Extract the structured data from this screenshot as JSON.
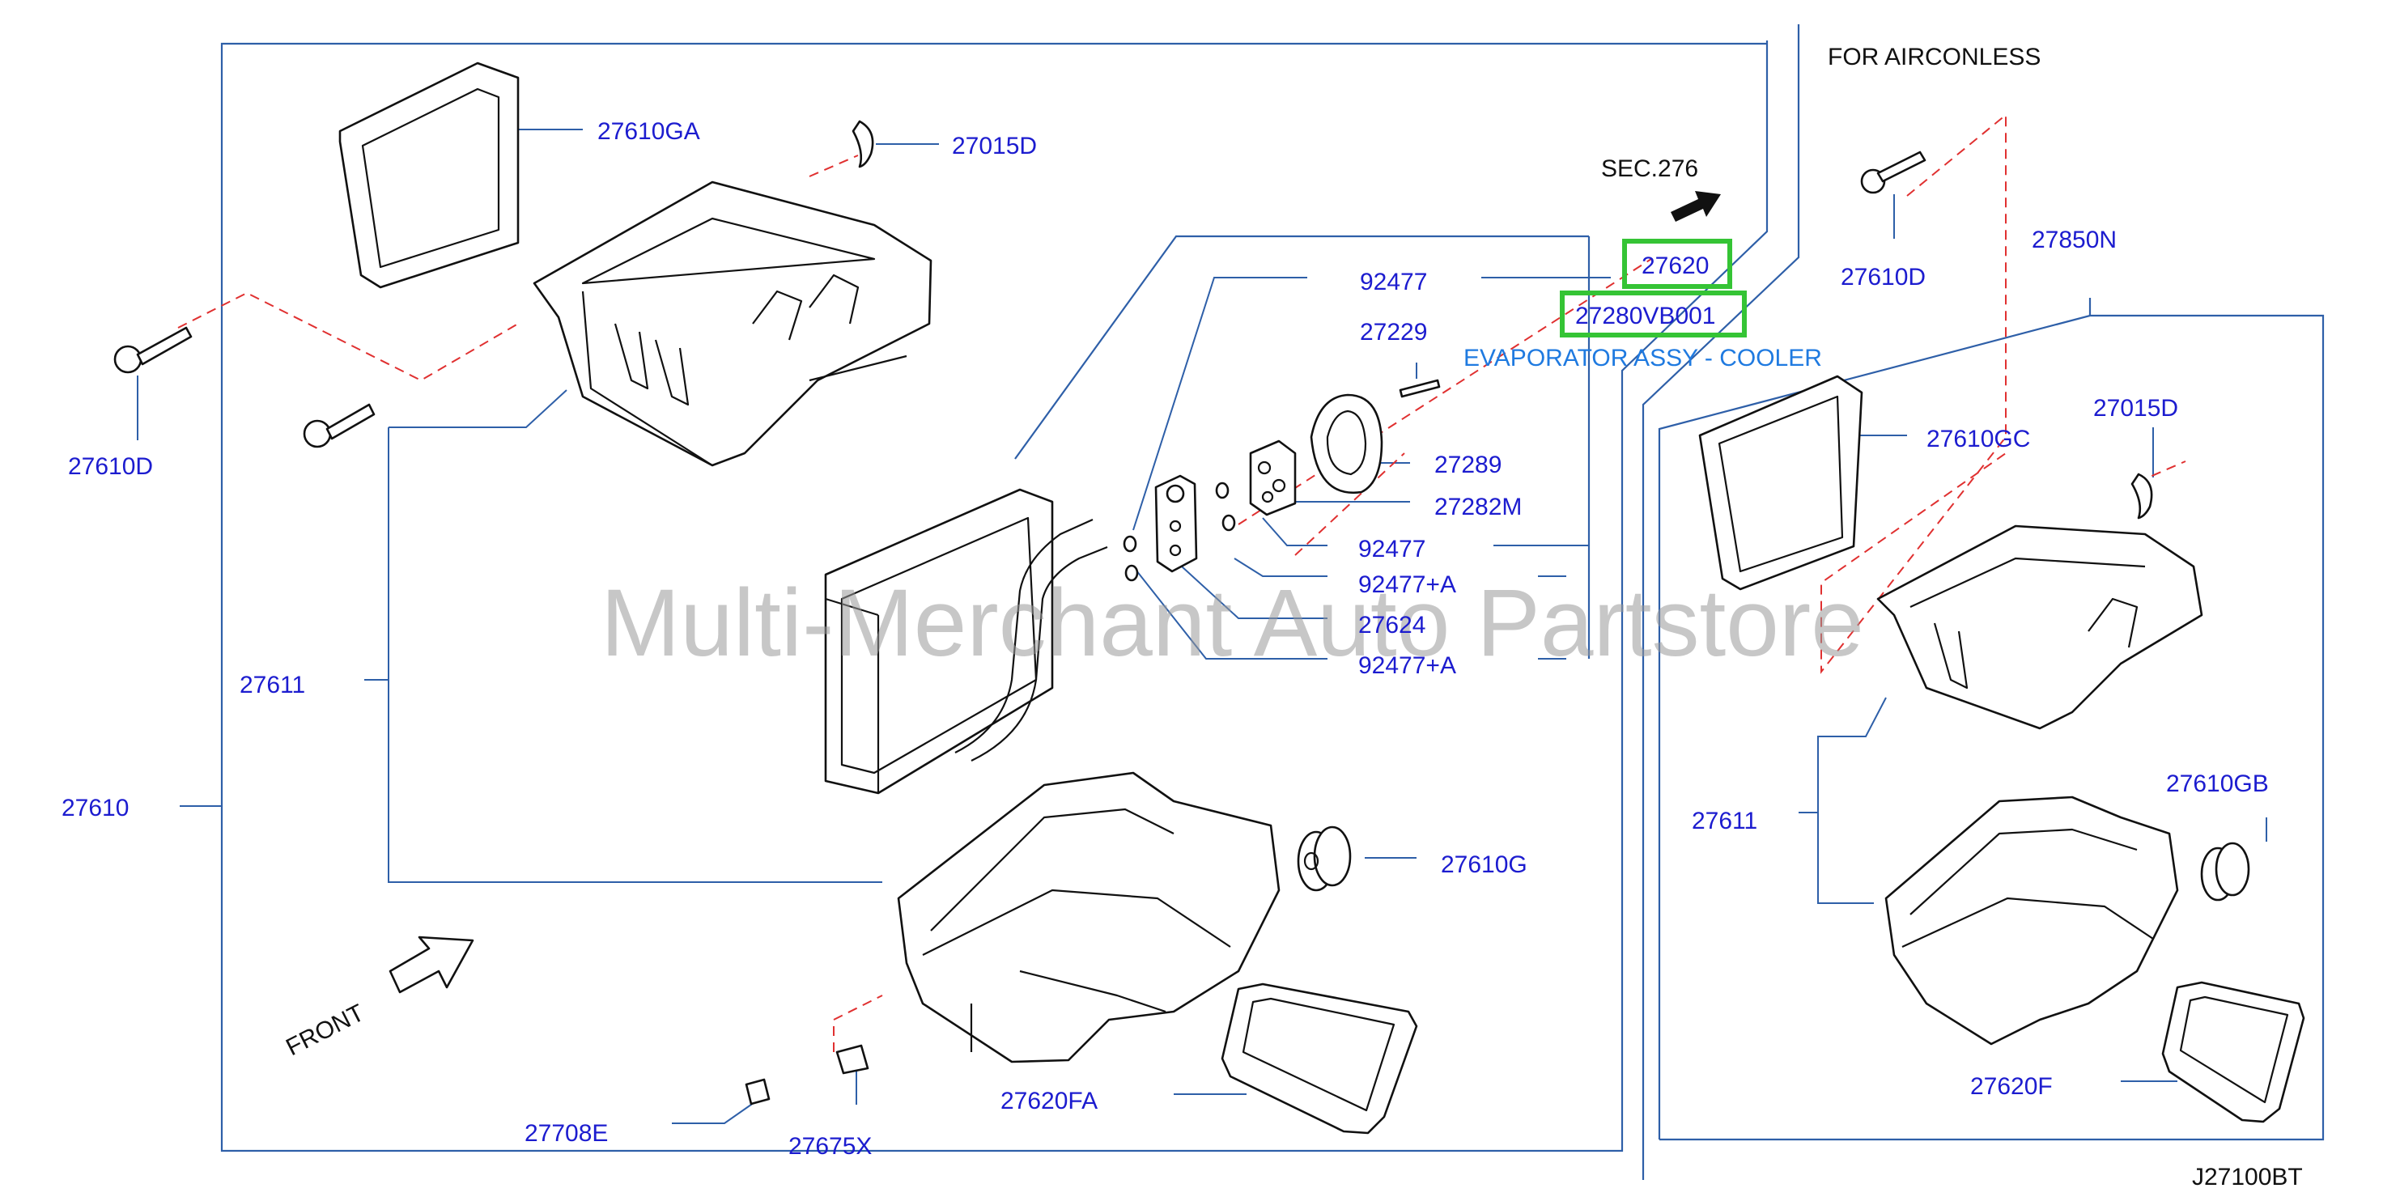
{
  "header": {
    "airconless_title": "FOR   AIRCONLESS",
    "sec_reference": "SEC.276"
  },
  "watermark": "Multi-Merchant Auto Partstore",
  "front_label": "FRONT",
  "diagram_code": "J27100BT",
  "highlighted": {
    "part_27620": "27620",
    "part_27280vb001": "27280VB001",
    "description": "EVAPORATOR ASSY - COOLER"
  },
  "labels": {
    "p27610ga": "27610GA",
    "p27015d_left": "27015D",
    "p27610d_left": "27610D",
    "p92477_top": "92477",
    "p27229": "27229",
    "p27289": "27289",
    "p27282m": "27282M",
    "p92477_mid": "92477",
    "p92477a_1": "92477+A",
    "p27624": "27624",
    "p92477a_2": "92477+A",
    "p27611_left": "27611",
    "p27610": "27610",
    "p27610g": "27610G",
    "p27620fa": "27620FA",
    "p27708e": "27708E",
    "p27675x": "27675X",
    "p27610d_right": "27610D",
    "p27850n": "27850N",
    "p27610gc": "27610GC",
    "p27015d_right": "27015D",
    "p27611_right": "27611",
    "p27610gb": "27610GB",
    "p27620f": "27620F"
  },
  "colors": {
    "label": "#1c1ccf",
    "frame": "#2e5fa8",
    "highlight": "#35c435",
    "dashed": "#e03030",
    "description": "#1f7ae0"
  }
}
